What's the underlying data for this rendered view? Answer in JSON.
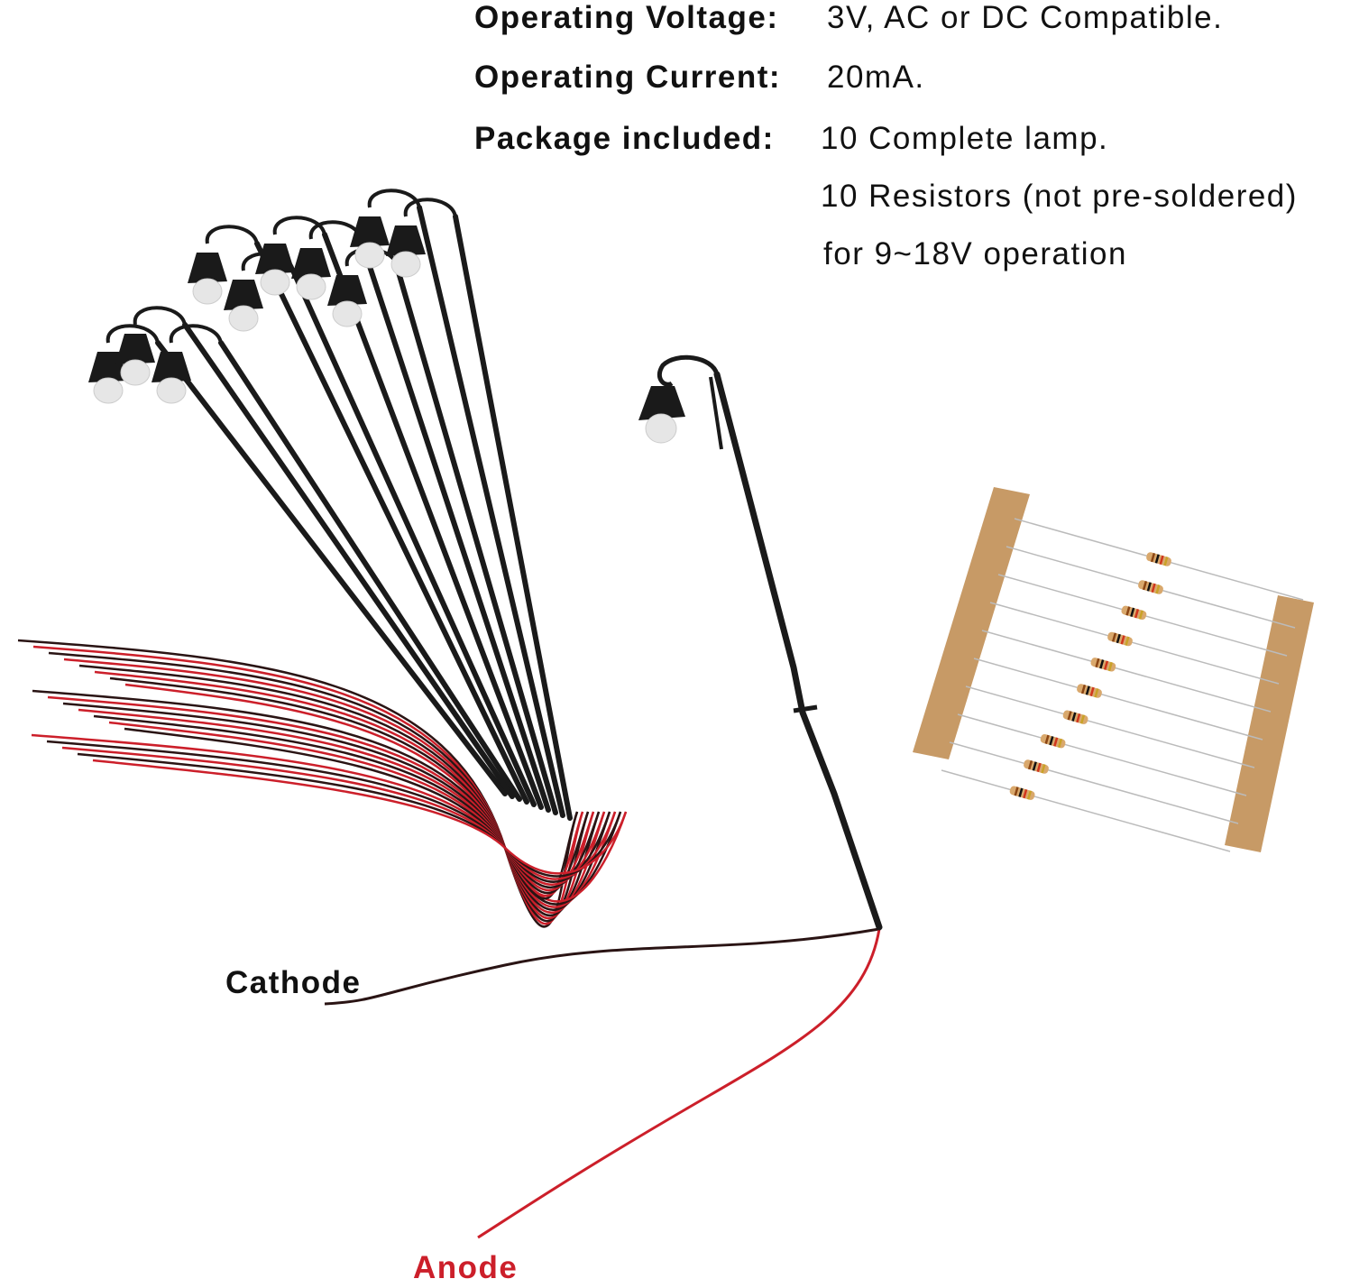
{
  "specs": {
    "voltage_label": "Operating Voltage:",
    "voltage_value": "3V, AC or DC Compatible.",
    "current_label": "Operating Current:",
    "current_value": "20mA.",
    "package_label": "Package included:",
    "package_lines": [
      "10 Complete lamp.",
      "10 Resistors (not pre-soldered)",
      "for 9~18V operation"
    ]
  },
  "wire_labels": {
    "cathode": "Cathode",
    "anode": "Anode",
    "cathode_color": "#111111",
    "anode_color": "#cc1f2a"
  }
}
